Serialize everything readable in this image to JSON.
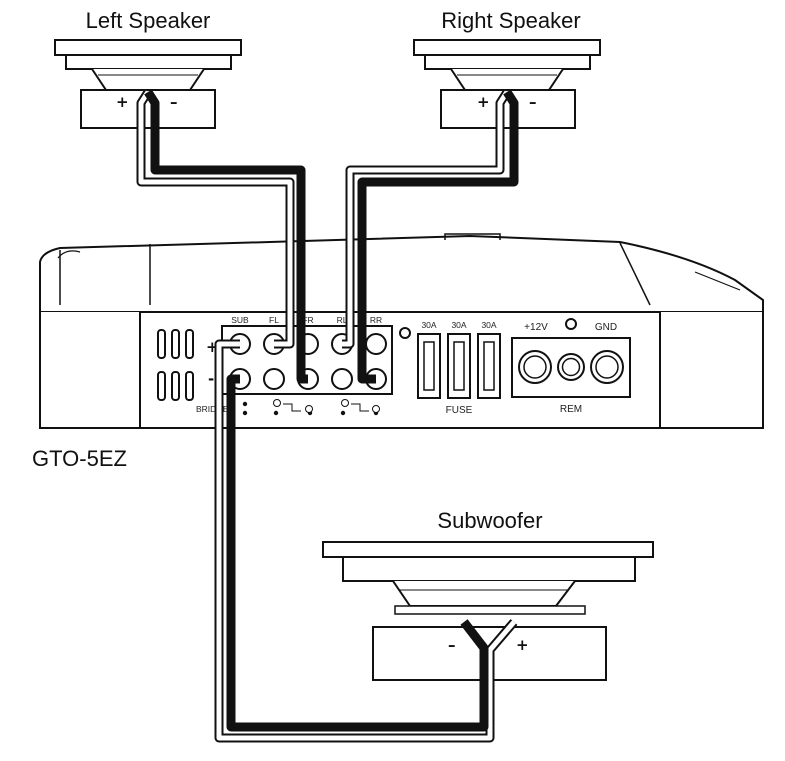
{
  "labels": {
    "left_speaker": "Left Speaker",
    "right_speaker": "Right Speaker",
    "subwoofer": "Subwoofer",
    "model": "GTO-5EZ"
  },
  "amplifier": {
    "channels": [
      "SUB",
      "FL",
      "FR",
      "RL",
      "RR"
    ],
    "terminal_signs": [
      "+",
      "-"
    ],
    "bridge_label": "BRIDGE",
    "fuses": [
      "30A",
      "30A",
      "30A"
    ],
    "fuse_label": "FUSE",
    "power_labels": [
      "+12V",
      "GND"
    ],
    "remote_label": "REM"
  },
  "polarity": {
    "plus": "+",
    "minus": "–"
  },
  "colors": {
    "ink": "#111111",
    "panel": "#ffffff",
    "wire_dark": "#111111",
    "wire_light": "#ffffff"
  }
}
